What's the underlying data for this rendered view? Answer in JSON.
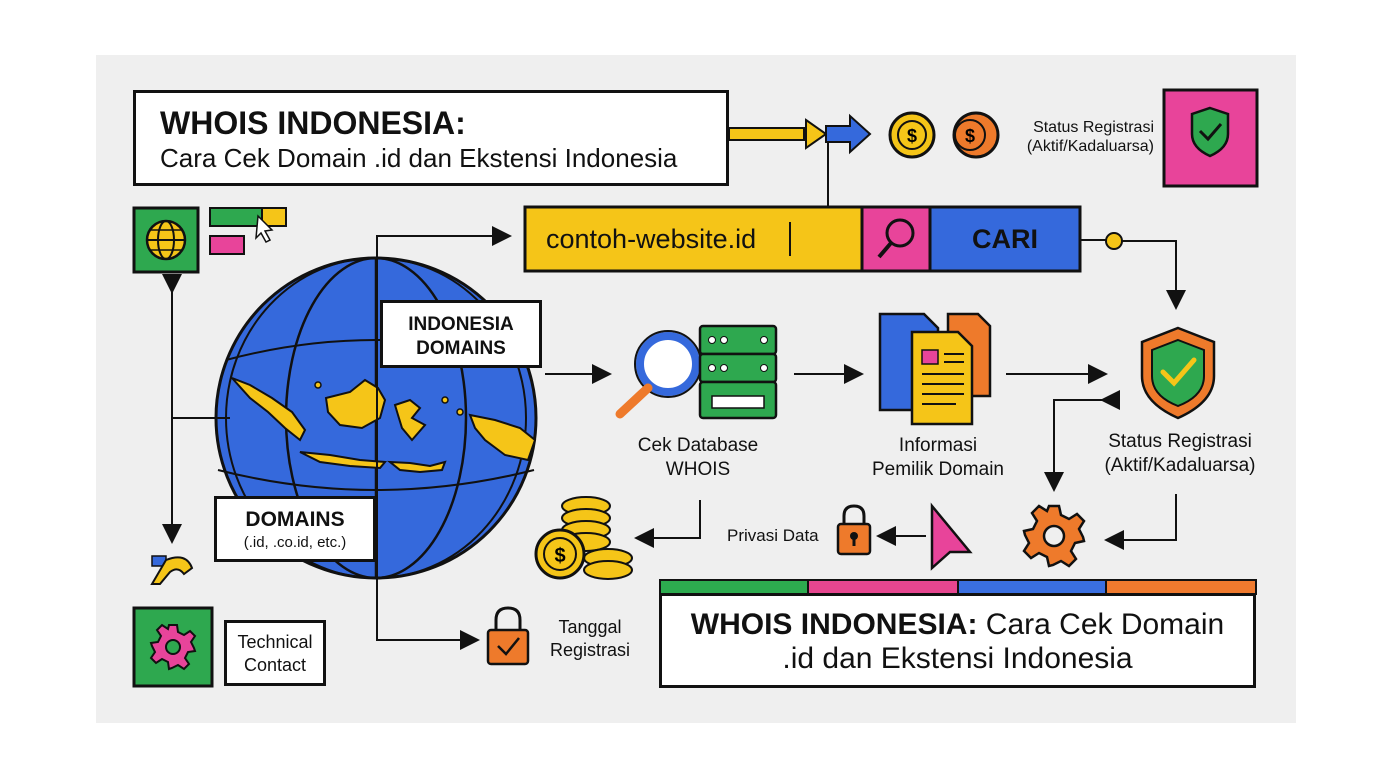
{
  "header": {
    "title_bold": "WHOIS INDONESIA:",
    "subtitle": "Cara Cek Domain .id dan Ekstensi Indonesia"
  },
  "top_status": {
    "line1": "Status Registrasi",
    "line2": "(Aktif/Kadaluarsa)"
  },
  "search": {
    "value": "contoh-website.id",
    "button_label": "CARI"
  },
  "globe_labels": {
    "indonesia_domains_1": "INDONESIA",
    "indonesia_domains_2": "DOMAINS",
    "domains_title": "DOMAINS",
    "domains_sub": "(.id, .co.id, etc.)"
  },
  "flow": {
    "database_1": "Cek Database",
    "database_2": "WHOIS",
    "owner_1": "Informasi",
    "owner_2": "Pemilik Domain",
    "status_1": "Status Registrasi",
    "status_2": "(Aktif/Kadaluarsa)",
    "privacy": "Privasi Data",
    "reg_date_1": "Tanggal",
    "reg_date_2": "Registrasi",
    "tech_1": "Technical",
    "tech_2": "Contact"
  },
  "footer": {
    "title_bold": "WHOIS INDONESIA:",
    "title_rest": " Cara Cek Domain",
    "title_line2": ".id dan Ekstensi Indonesia",
    "stripe_colors": [
      "#2dab4f",
      "#e6468f",
      "#3a6fe0",
      "#ef7a2e"
    ]
  },
  "colors": {
    "yellow": "#f5c518",
    "blue": "#3569dc",
    "pink": "#e8449a",
    "green": "#2ea84f",
    "orange": "#ee7a2b",
    "ink": "#111111"
  },
  "icons": [
    "globe-icon",
    "cursor-icon",
    "phone-icon",
    "gear-icon",
    "coin-icon",
    "shield-check-icon",
    "search-icon",
    "magnifier-icon",
    "server-icon",
    "documents-icon",
    "lock-icon",
    "cursor-arrow-icon",
    "coin-stack-icon"
  ]
}
